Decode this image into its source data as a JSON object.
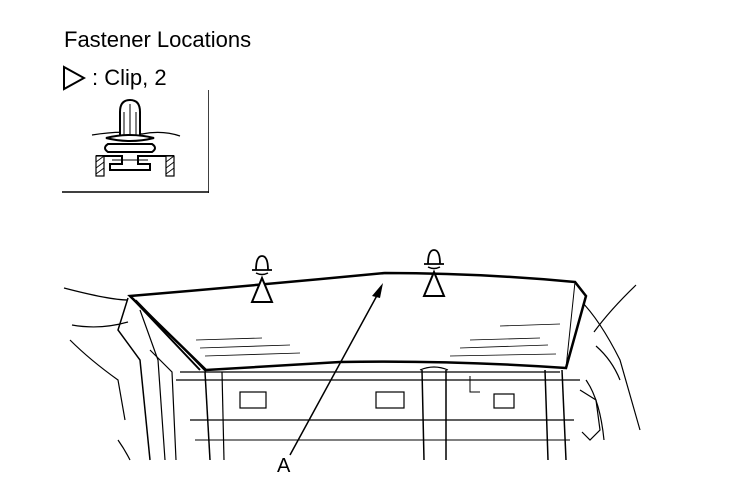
{
  "title": "Fastener Locations",
  "legend": {
    "text": ": Clip, 2",
    "symbol": "triangle-outline-icon"
  },
  "callout": {
    "label": "A"
  }
}
